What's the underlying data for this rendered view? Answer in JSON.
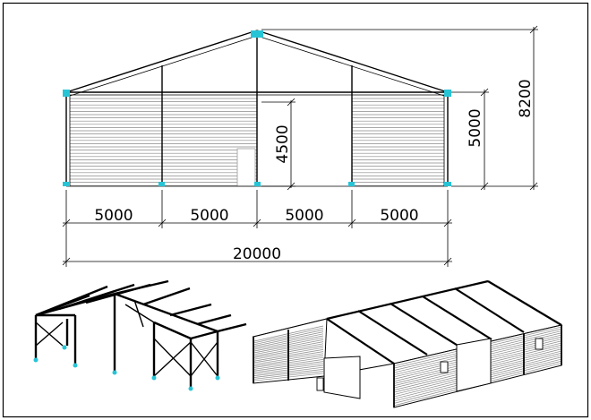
{
  "elevation": {
    "bay_dimensions": [
      "5000",
      "5000",
      "5000",
      "5000"
    ],
    "total_width": "20000",
    "overall_height": "8200",
    "eave_height": "5000",
    "door_height": "4500"
  },
  "colors": {
    "line": "#000000",
    "cladding": "#8a8a8a",
    "joint": "#27c4d6",
    "border": "#000000"
  }
}
